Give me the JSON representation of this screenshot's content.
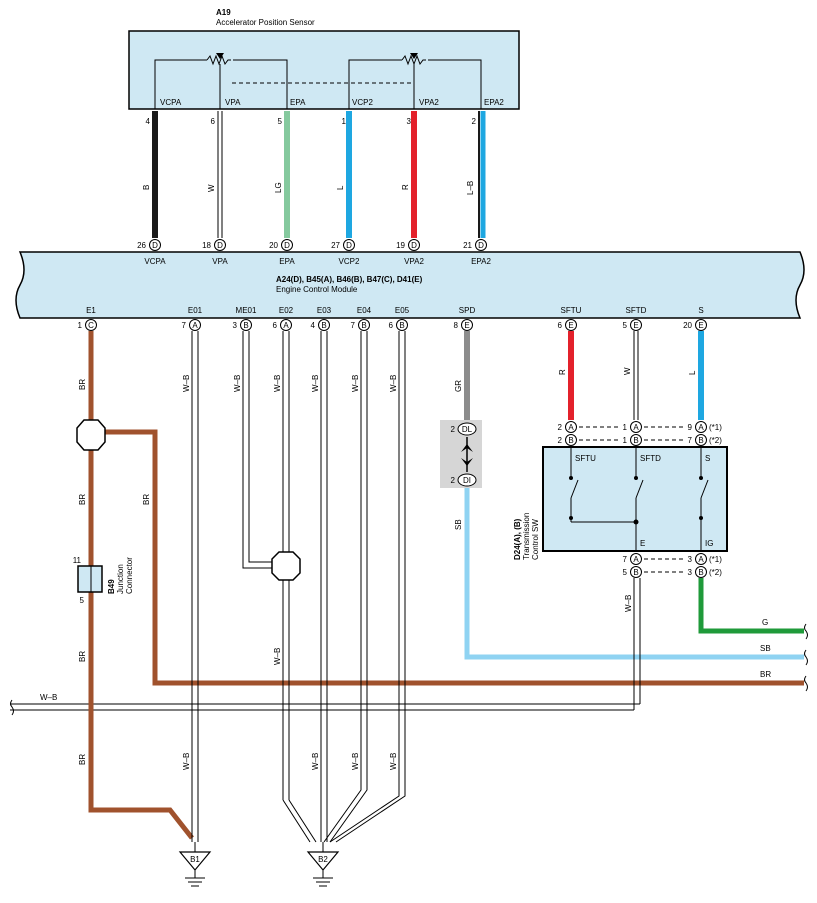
{
  "sensor": {
    "ref": "A19",
    "name": "Accelerator Position Sensor",
    "pins": [
      "VCPA",
      "VPA",
      "EPA",
      "VCP2",
      "VPA2",
      "EPA2"
    ],
    "pin_numbers": [
      "4",
      "6",
      "5",
      "1",
      "3",
      "2"
    ]
  },
  "ecm": {
    "connectors": "A24(D), B45(A), B46(B), B47(C), D41(E)",
    "name": "Engine Control Module",
    "top_pins": [
      {
        "num": "26",
        "conn": "D",
        "label": "VCPA",
        "wire": "B",
        "color": "#1a1a1a"
      },
      {
        "num": "18",
        "conn": "D",
        "label": "VPA",
        "wire": "W",
        "color": "#ffffff"
      },
      {
        "num": "20",
        "conn": "D",
        "label": "EPA",
        "wire": "LG",
        "color": "#85c99e"
      },
      {
        "num": "27",
        "conn": "D",
        "label": "VCP2",
        "wire": "L",
        "color": "#1ea7e1"
      },
      {
        "num": "19",
        "conn": "D",
        "label": "VPA2",
        "wire": "R",
        "color": "#e3212b"
      },
      {
        "num": "21",
        "conn": "D",
        "label": "EPA2",
        "wire": "L–B",
        "color": "#1ea7e1"
      }
    ],
    "bottom_pins": [
      {
        "num": "1",
        "conn": "C",
        "label": "E1"
      },
      {
        "num": "7",
        "conn": "A",
        "label": "E01"
      },
      {
        "num": "3",
        "conn": "B",
        "label": "ME01"
      },
      {
        "num": "6",
        "conn": "A",
        "label": "E02"
      },
      {
        "num": "4",
        "conn": "B",
        "label": "E03"
      },
      {
        "num": "7",
        "conn": "B",
        "label": "E04"
      },
      {
        "num": "6",
        "conn": "B",
        "label": "E05"
      },
      {
        "num": "8",
        "conn": "E",
        "label": "SPD"
      },
      {
        "num": "6",
        "conn": "E",
        "label": "SFTU"
      },
      {
        "num": "5",
        "conn": "E",
        "label": "SFTD"
      },
      {
        "num": "20",
        "conn": "E",
        "label": "S"
      }
    ]
  },
  "wires": {
    "br": "BR",
    "wb": "W–B",
    "gr": "GR",
    "r": "R",
    "w": "W",
    "l": "L",
    "sb": "SB",
    "g": "G"
  },
  "junction": {
    "ref": "B49",
    "name_line1": "Junction",
    "name_line2": "Connector",
    "pin_top": "11",
    "pin_bottom": "5"
  },
  "spd_connector": {
    "pin_top": "2",
    "conn_top": "DL",
    "pin_bottom": "2",
    "conn_bottom": "DI"
  },
  "trans_sw": {
    "ref": "D24(A), (B)",
    "name_line1": "Transmission",
    "name_line2": "Control SW",
    "terms": [
      "SFTU",
      "SFTD",
      "S",
      "E",
      "IG"
    ],
    "rows": [
      {
        "a": "2",
        "ca": "A",
        "b": "1",
        "cb": "A",
        "c": "9",
        "cc": "A",
        "note": "(*1)"
      },
      {
        "a": "2",
        "ca": "B",
        "b": "1",
        "cb": "B",
        "c": "7",
        "cc": "B",
        "note": "(*2)"
      },
      {
        "b": "7",
        "cb": "A",
        "c": "3",
        "cc": "A",
        "note": "(*1)"
      },
      {
        "b": "5",
        "cb": "B",
        "c": "3",
        "cc": "B",
        "note": "(*2)"
      }
    ]
  },
  "grounds": [
    "B1",
    "B2"
  ],
  "colors": {
    "box": "#cfe8f3",
    "brown": "#a0522d",
    "green": "#1f9a3a",
    "sky": "#8fd3f2",
    "blue": "#1ea7e1",
    "red": "#e3212b",
    "gray": "#8c8c8c",
    "lg": "#85c99e"
  }
}
